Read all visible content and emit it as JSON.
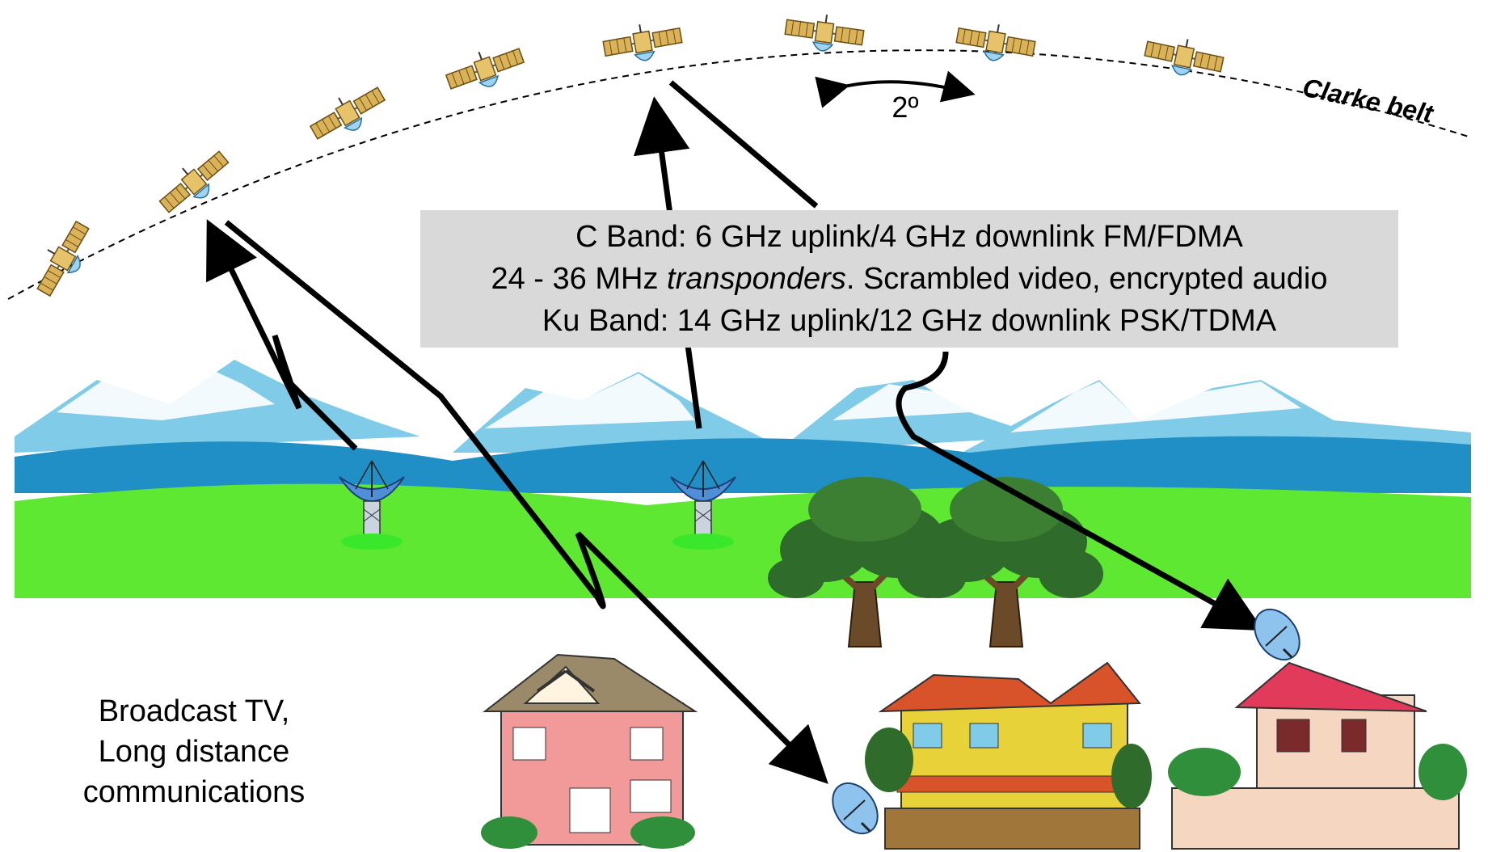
{
  "diagram": {
    "belt_label": "Clarke belt",
    "spacing_label": "2º",
    "info": {
      "line1": "C Band:  6 GHz uplink/4 GHz downlink FM/FDMA",
      "line2_prefix": "24 - 36 MHz ",
      "line2_italic": "transponders",
      "line2_suffix": ".  Scrambled video, encrypted audio",
      "line3": "Ku Band:  14 GHz uplink/12 GHz downlink PSK/TDMA"
    },
    "caption": {
      "line1": "Broadcast TV,",
      "line2": "Long distance",
      "line3": "communications"
    }
  },
  "colors": {
    "sky_mountain_snow": "#ffffff",
    "mountain_ice": "#7fcbe8",
    "mountain_blue": "#1f8fc6",
    "grass": "#5ee832",
    "info_box": "#d9d9d9",
    "solar_panel": "#d9b25a"
  }
}
